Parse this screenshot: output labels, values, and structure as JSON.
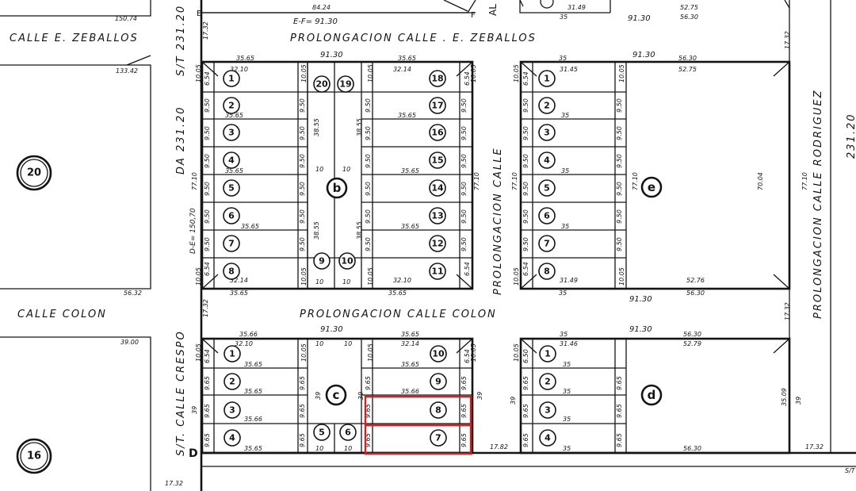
{
  "streets": {
    "e_zeballos_left": "CALLE E. ZEBALLOS",
    "colon_left": "CALLE COLON",
    "crespo": "S/T. CALLE CRESPO",
    "prolong_zeballos": "PROLONGACION CALLE  .  E. ZEBALLOS",
    "prolong_colon": "PROLONGACION CALLE        COLON",
    "prolong_calle_vertical": "PROLONGACION CALLE",
    "prolong_rodriguez": "PROLONGACION CALLE RODRIGUEZ",
    "da_vertical": "DA 231.20",
    "st_2312_vertical": "S/T 231.20",
    "right_2312": "231.20",
    "al_fragment": "AL"
  },
  "blocks": {
    "b": "b",
    "c": "c",
    "d": "d",
    "e": "e",
    "left_20": "20",
    "left_16": "16"
  },
  "top_labels": {
    "ef": "E-F= 91.30",
    "dist_8424": "84.24",
    "e": "E",
    "f": "F",
    "dist_3149": "31.49",
    "dist_35": "35",
    "dist_9130_top": "91.30",
    "dist_5275": "52.75",
    "dist_5630": "56.30",
    "dist_15074": "150.74"
  },
  "side_labels": {
    "de": "D-E= 150,70",
    "d_letter": "D",
    "dist_13342": "133.42",
    "dist_5632": "56.32",
    "dist_3900": "39.00",
    "dist_1732_bottom": "17.32",
    "dist_1732_a": "17.32",
    "dist_1732_b": "17.32",
    "dist_1782": "17.82",
    "dist_1732_c": "17.32",
    "st_right": "S/T",
    "dist_7710_a": "77.10",
    "dist_7710_b": "77.10",
    "dist_7710_c": "77.10",
    "dist_7710_d": "77.10",
    "dist_7004": "70.04",
    "dist_3509": "35.09",
    "dist_39a": "39",
    "dist_39b": "39",
    "dist_39c": "39",
    "dist_39d": "39"
  },
  "block_b_lots": {
    "left": [
      "1",
      "2",
      "3",
      "4",
      "5",
      "6",
      "7",
      "8"
    ],
    "mid_top": [
      "20",
      "19"
    ],
    "mid_bottom": [
      "9",
      "10"
    ],
    "right": [
      "18",
      "17",
      "16",
      "15",
      "14",
      "13",
      "12",
      "11"
    ],
    "dims": {
      "top": "91.30",
      "w1": "35.65",
      "w2": "32.10",
      "w3": "32.14",
      "w4": "35.65",
      "lot_w": "35.65",
      "lot_h": "9.50",
      "corner": "10.05",
      "side": "6.54",
      "mid_w": "10",
      "mid_h": "38.55",
      "bottom_l": "32.14",
      "bottom_r": "32.10"
    }
  },
  "block_c_lots": {
    "left": [
      "1",
      "2",
      "3",
      "4"
    ],
    "mid": [
      "5",
      "6"
    ],
    "right": [
      "10",
      "9",
      "8",
      "7"
    ],
    "dims": {
      "top": "91.30",
      "lot_w": "35.65",
      "lot_w2": "35.66",
      "lot_h": "9.65",
      "corner": "10.05",
      "side": "6.54",
      "w1": "32.10",
      "w2": "32.14",
      "mid_w": "10",
      "h39": "39"
    }
  },
  "block_e_lots": {
    "left": [
      "1",
      "2",
      "3",
      "4",
      "5",
      "6",
      "7",
      "8"
    ],
    "dims": {
      "top": "91.30",
      "w35": "35",
      "w1": "31.45",
      "w2": "31.49",
      "big1": "56.30",
      "big2": "52.75",
      "big3": "52.76",
      "lot_h": "9.50",
      "corner": "10.05",
      "side": "6.54"
    }
  },
  "block_d_lots": {
    "left": [
      "1",
      "2",
      "3",
      "4"
    ],
    "dims": {
      "top": "91.30",
      "w35": "35",
      "w1": "31.46",
      "big1": "56.30",
      "big2": "52.79",
      "lot_h": "9.65",
      "corner": "10.05",
      "side": "6.50"
    }
  },
  "colors": {
    "ink": "#141414",
    "highlight": "#d42020",
    "paper": "#ffffff"
  }
}
